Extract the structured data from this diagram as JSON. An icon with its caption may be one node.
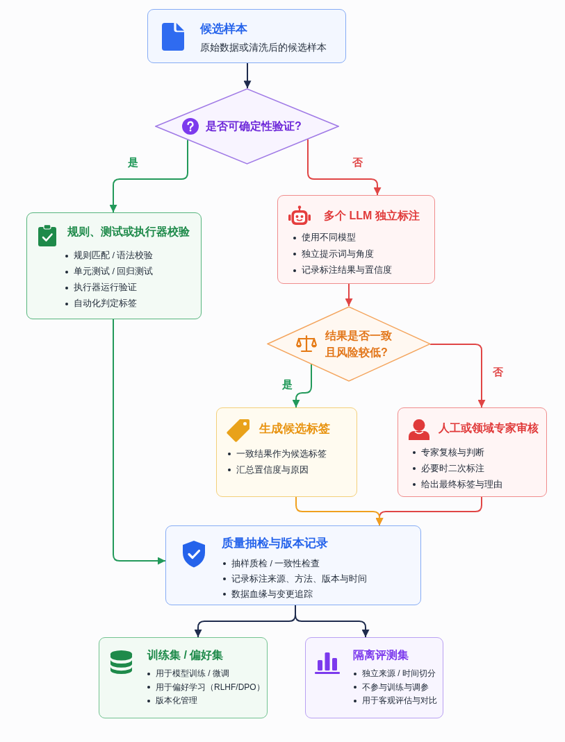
{
  "diagram": {
    "nodes": [
      {
        "text": [
          "候选样本",
          "原始数据或清洗后的候选样本"
        ]
      },
      {
        "text": [
          "是否可确定性验证?"
        ]
      },
      {
        "text": [
          "规则、测试或执行器校验",
          "规则匹配 / 语法校验",
          "单元测试 / 回归测试",
          "执行器运行验证",
          "自动化判定标签"
        ]
      },
      {
        "text": [
          "多个 LLM 独立标注",
          "使用不同模型",
          "独立提示词与角度",
          "记录标注结果与置信度"
        ]
      },
      {
        "text": [
          "结果是否一致且风险较低?"
        ]
      },
      {
        "text": [
          "生成候选标签",
          "一致结果作为候选标签",
          "汇总置信度与原因"
        ]
      },
      {
        "text": [
          "人工或领域专家审核",
          "专家复核与判断",
          "必要时二次标注",
          "给出最终标签与理由"
        ]
      },
      {
        "text": [
          "质量抽检与版本记录",
          "抽样质检 / 一致性检查",
          "记录标注来源、方法、版本与时间",
          "数据血缘与变更追踪"
        ]
      },
      {
        "text": [
          "训练集 / 偏好集",
          "用于模型训练 / 微调",
          "用于偏好学习（RLHF/DPO）",
          "版本化管理"
        ]
      },
      {
        "text": [
          "隔离评测集",
          "独立来源 / 时间切分",
          "不参与训练与调参",
          "用于客观评估与对比"
        ]
      }
    ],
    "edges": [
      {
        "from": 0,
        "to": 1,
        "arrow": "to",
        "color": "#1e2b4d"
      },
      {
        "from": 1,
        "to": 2,
        "arrow": "to",
        "label": "是",
        "color": "#22995a"
      },
      {
        "from": 1,
        "to": 3,
        "arrow": "to",
        "label": "否",
        "color": "#e04545"
      },
      {
        "from": 2,
        "to": 7,
        "arrow": "to",
        "color": "#22995a"
      },
      {
        "from": 3,
        "to": 4,
        "arrow": "to",
        "color": "#e04545"
      },
      {
        "from": 4,
        "to": 5,
        "arrow": "to",
        "label": "是",
        "color": "#22995a"
      },
      {
        "from": 4,
        "to": 6,
        "arrow": "to",
        "label": "否",
        "color": "#e04545"
      },
      {
        "from": 6,
        "to": 7,
        "arrow": "to",
        "color": "#e04545"
      },
      {
        "from": 5,
        "to": 7,
        "arrow": "to",
        "color": "#f0a01e"
      },
      {
        "from": 7,
        "to": 8,
        "arrow": "to",
        "color": "#1e2b4d"
      },
      {
        "from": 7,
        "to": 9,
        "arrow": "to",
        "color": "#1e2b4d"
      }
    ]
  }
}
